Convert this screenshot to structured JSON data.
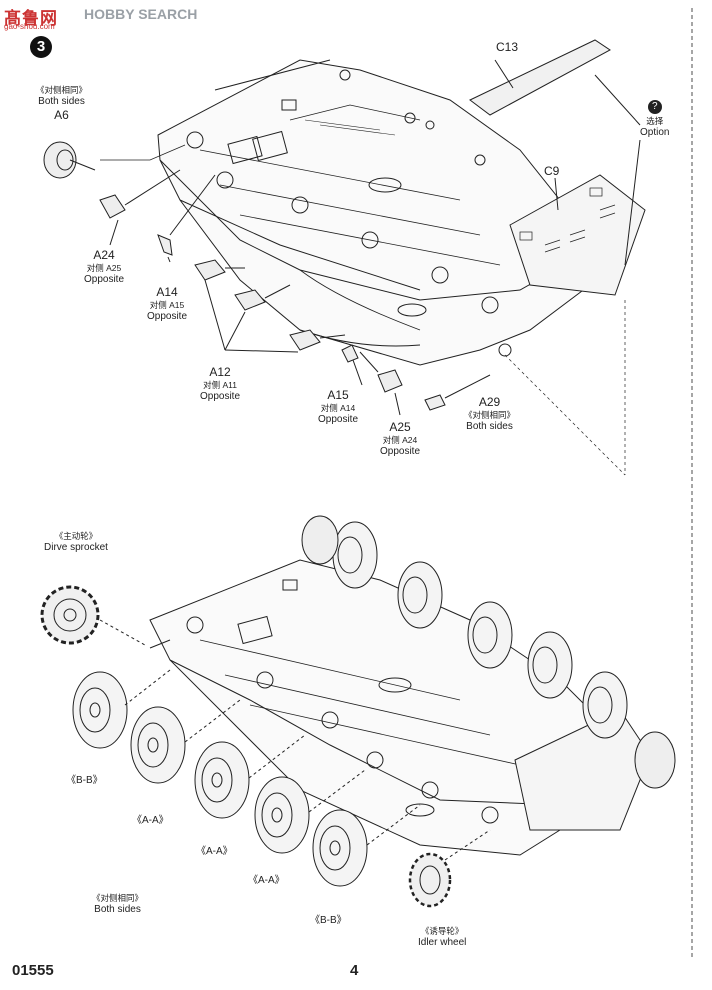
{
  "watermark": {
    "logo": "髙鲁网",
    "sub": "gao-shou.com",
    "text": "HOBBY SEARCH"
  },
  "step_number": "3",
  "parts": {
    "c13": {
      "code": "C13"
    },
    "option": {
      "cn": "选择",
      "en": "Option"
    },
    "c9": {
      "code": "C9"
    },
    "a6": {
      "cn": "《对侧相同》",
      "en": "Both sides",
      "code": "A6"
    },
    "a24": {
      "code": "A24",
      "cn": "对侧 A25",
      "en": "Opposite"
    },
    "a14": {
      "code": "A14",
      "cn": "对侧 A15",
      "en": "Opposite"
    },
    "a12": {
      "code": "A12",
      "cn": "对侧 A11",
      "en": "Opposite"
    },
    "a15": {
      "code": "A15",
      "cn": "对侧 A14",
      "en": "Opposite"
    },
    "a29": {
      "code": "A29",
      "cn": "《对侧相同》",
      "en": "Both sides"
    },
    "a25": {
      "code": "A25",
      "cn": "对侧 A24",
      "en": "Opposite"
    }
  },
  "lower": {
    "sprocket": {
      "cn": "《主动轮》",
      "en": "Dirve sprocket"
    },
    "wheel_labels": [
      "《B-B》",
      "《A-A》",
      "《A-A》",
      "《A-A》",
      "《B-B》"
    ],
    "both_sides": {
      "cn": "《对侧相同》",
      "en": "Both sides"
    },
    "idler": {
      "cn": "《诱导轮》",
      "en": "Idler wheel"
    }
  },
  "footer": {
    "code": "01555",
    "page": "4"
  }
}
